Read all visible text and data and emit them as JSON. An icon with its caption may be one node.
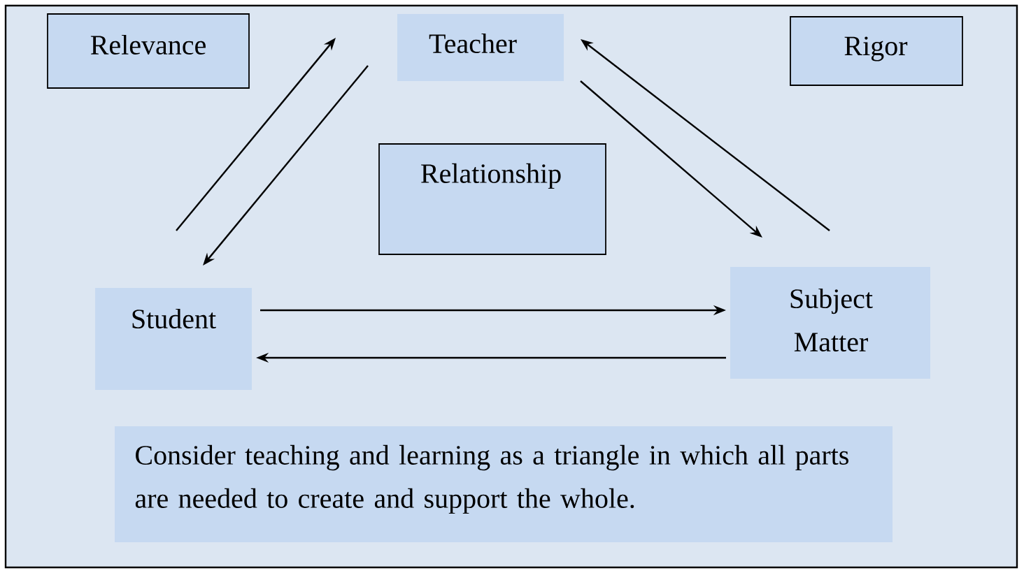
{
  "diagram": {
    "nodes": [
      {
        "text": [
          "Relevance"
        ]
      },
      {
        "text": [
          "Teacher"
        ]
      },
      {
        "text": [
          "Rigor"
        ]
      },
      {
        "text": [
          "Relationship"
        ]
      },
      {
        "text": [
          "Student"
        ]
      },
      {
        "text": [
          "Subject Matter"
        ]
      },
      {
        "text": [
          "Consider teaching and learning as a triangle in which all parts are needed to create and support the whole."
        ]
      }
    ],
    "edges": [
      {
        "from": 4,
        "to": 1,
        "arrow": "to"
      },
      {
        "from": 1,
        "to": 4,
        "arrow": "to"
      },
      {
        "from": 1,
        "to": 5,
        "arrow": "to"
      },
      {
        "from": 5,
        "to": 1,
        "arrow": "to"
      },
      {
        "from": 4,
        "to": 5,
        "arrow": "to"
      },
      {
        "from": 5,
        "to": 4,
        "arrow": "to"
      }
    ]
  }
}
